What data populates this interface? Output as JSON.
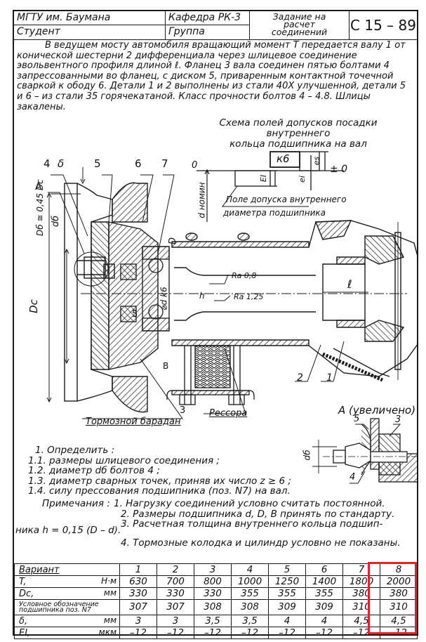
{
  "title_block": {
    "university": "МГТУ им. Баумана",
    "department": "Кафедра РК-3",
    "student_label": "Студент",
    "group_label": "Группа",
    "task_line1": "Задание на",
    "task_line2": "расчет",
    "task_line3": "соединений",
    "sheet_code": "С 15 – 89"
  },
  "intro": {
    "paragraph": "В ведущем мосту автомобиля вращающий момент T передается валу 1 от конической шестерни 2 дифференциала через шлицевое соединение эвольвентного профиля длиной ℓ. Фланец 3 вала соединен пятью болтами 4 запрессованными во фланец, с диском 5, приваренным контактной точечной сваркой к ободу 6. Детали 1 и 2 выполнены из стали 40Х улучшенной, детали 5 и 6 – из стали 35 горячекатаной. Класс прочности болтов 4 – 4.8. Шлицы закалены."
  },
  "tolerance_scheme": {
    "title_line1": "Схема полей допусков посадки внутреннего",
    "title_line2": "кольца подшипника на вал",
    "zero_label": "0",
    "fit_label": "к6",
    "es_label": "es",
    "ei_label": "ei",
    "EI_label": "EI",
    "plus_minus_zero": "± 0",
    "d_nominal_label": "d номин",
    "field_note_line1": "Поле допуска внутреннего",
    "field_note_line2": "диаметра подшипника"
  },
  "drawing_labels": {
    "pos_4": "4",
    "delta": "δ",
    "pos_5": "5",
    "pos_6": "6",
    "pos_7": "7",
    "view_A": "А",
    "d_bolt": "dб",
    "D_c": "Dc",
    "D_b": "Dб ≅ 0,45 Dc",
    "D": "D",
    "ra_08": "Ra 0,8",
    "ra_125": "Ra 1,25",
    "h": "h",
    "fit_dk6": "⌀d k6",
    "dim_5": "5",
    "B": "B",
    "l": "ℓ",
    "pos_2": "2",
    "pos_1": "1",
    "pos_3": "3",
    "brake_drum": "Тормозной барадан",
    "spring": "Рессора"
  },
  "detail_A": {
    "title": "А (увеличено)",
    "pos_5": "5",
    "pos_3": "3",
    "pos_4": "4",
    "d_bolt": "dб"
  },
  "tasks": {
    "heading": "1. Определить :",
    "items": [
      "1.1. размеры шлицевого соединения ;",
      "1.2. диаметр dб болтов 4 ;",
      "1.3. диаметр сварных точек, приняв их число z ≥ 6 ;",
      "1.4. силу прессования подшипника (поз. N7) на вал."
    ]
  },
  "notes": {
    "heading": "Примечания :",
    "items": [
      "1. Нагрузку соединений условно считать постоянной.",
      "2. Размеры подшипника d, D, B принять по стандарту.",
      "3. Расчетная толщина внутреннего кольца подшип-",
      "ника  h = 0,15 (D – d).",
      "4. Тормозные колодка и цилиндр условно не показаны."
    ]
  },
  "variants_table": {
    "header_label": "Вариант",
    "columns": [
      "1",
      "2",
      "3",
      "4",
      "5",
      "6",
      "7",
      "8"
    ],
    "highlighted_column": "8",
    "highlight_color": "#e8202a",
    "rows": [
      {
        "name": "T,",
        "unit": "Н·м",
        "values": [
          "630",
          "700",
          "800",
          "1000",
          "1250",
          "1400",
          "1800",
          "2000"
        ]
      },
      {
        "name": "Dc,",
        "unit": "мм",
        "values": [
          "330",
          "330",
          "330",
          "355",
          "355",
          "355",
          "380",
          "380"
        ]
      },
      {
        "name": "Условное обозначение подшипника поз. N7",
        "unit": "",
        "values": [
          "307",
          "307",
          "308",
          "308",
          "309",
          "309",
          "310",
          "310"
        ]
      },
      {
        "name": "δ,",
        "unit": "мм",
        "values": [
          "3",
          "3",
          "3,5",
          "3,5",
          "4",
          "4",
          "4,5",
          "4,5"
        ]
      },
      {
        "name": "EI,",
        "unit": "мкм",
        "values": [
          "–12",
          "–12",
          "–12",
          "–12",
          "–12",
          "–12",
          "–12",
          "–12"
        ]
      }
    ]
  }
}
